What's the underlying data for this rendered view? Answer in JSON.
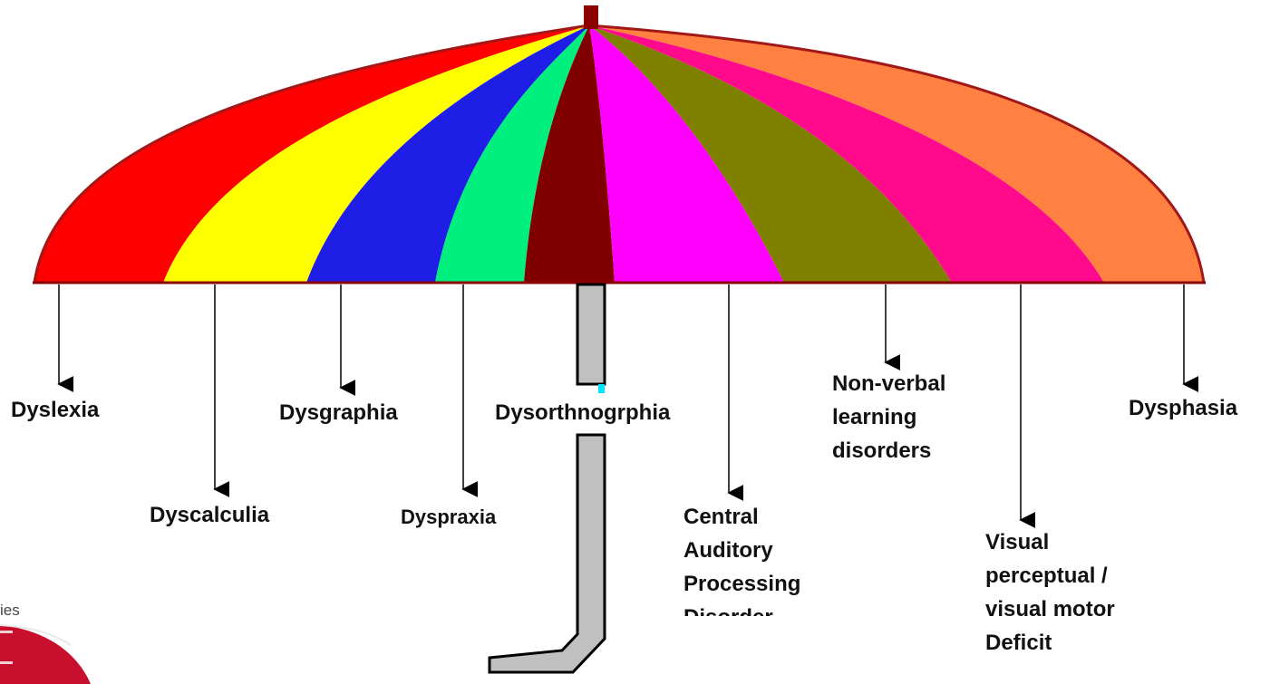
{
  "diagram": {
    "labels": {
      "dyslexia": "Dyslexia",
      "dyscalculia": "Dyscalculia",
      "dysgraphia": "Dysgraphia",
      "dyspraxia": "Dyspraxia",
      "dysorthnogrphia": "Dysorthnogrphia",
      "central_auditory": [
        "Central",
        "Auditory",
        "Processing",
        "Disorder"
      ],
      "non_verbal": [
        "Non-verbal",
        "learning",
        "disorders"
      ],
      "visual_perceptual": [
        "Visual",
        "perceptual /",
        "visual motor",
        "Deficit"
      ],
      "dysphasia": "Dysphasia"
    },
    "fragment_text": "ies",
    "colors": {
      "red": "#ff0000",
      "yellow": "#ffff00",
      "blue": "#1e1ee6",
      "green": "#00f080",
      "maroon": "#800000",
      "magenta": "#ff00ff",
      "olive": "#808000",
      "pink": "#ff0a8c",
      "orange": "#ff8040",
      "handle": "#c0c0c0",
      "outline": "#000000"
    }
  }
}
